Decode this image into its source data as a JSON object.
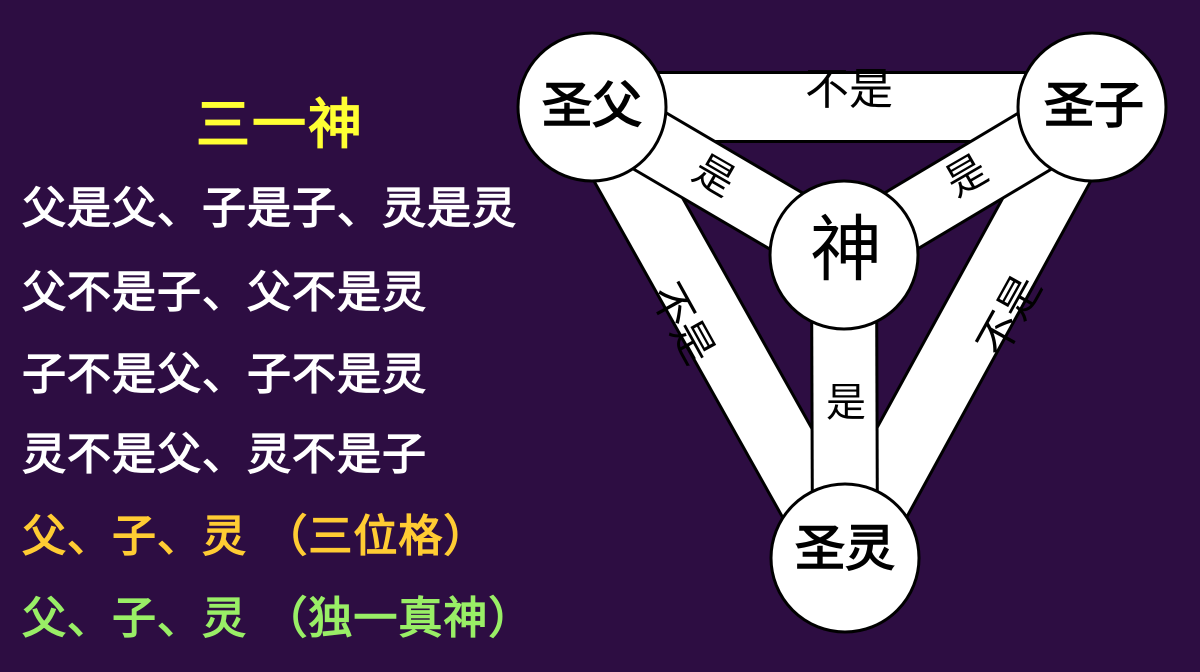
{
  "colors": {
    "background": "#2d0d42",
    "title": "#ffff33",
    "body_text": "#ffffff",
    "highlight_orange": "#ffcc33",
    "highlight_green": "#99ee66"
  },
  "left_panel": {
    "title": "三一神",
    "lines": [
      "父是父、子是子、灵是灵",
      "父不是子、父不是灵",
      "子不是父、子不是灵",
      "灵不是父、灵不是子",
      "父、子、灵 （三位格）",
      "父、子、灵 （独一真神）"
    ]
  },
  "diagram": {
    "nodes": {
      "father": "圣父",
      "son": "圣子",
      "spirit": "圣灵",
      "god": "神"
    },
    "edges": {
      "father_son": "不是",
      "father_spirit": "不是",
      "son_spirit": "不是",
      "father_god": "是",
      "son_god": "是",
      "spirit_god": "是"
    }
  }
}
